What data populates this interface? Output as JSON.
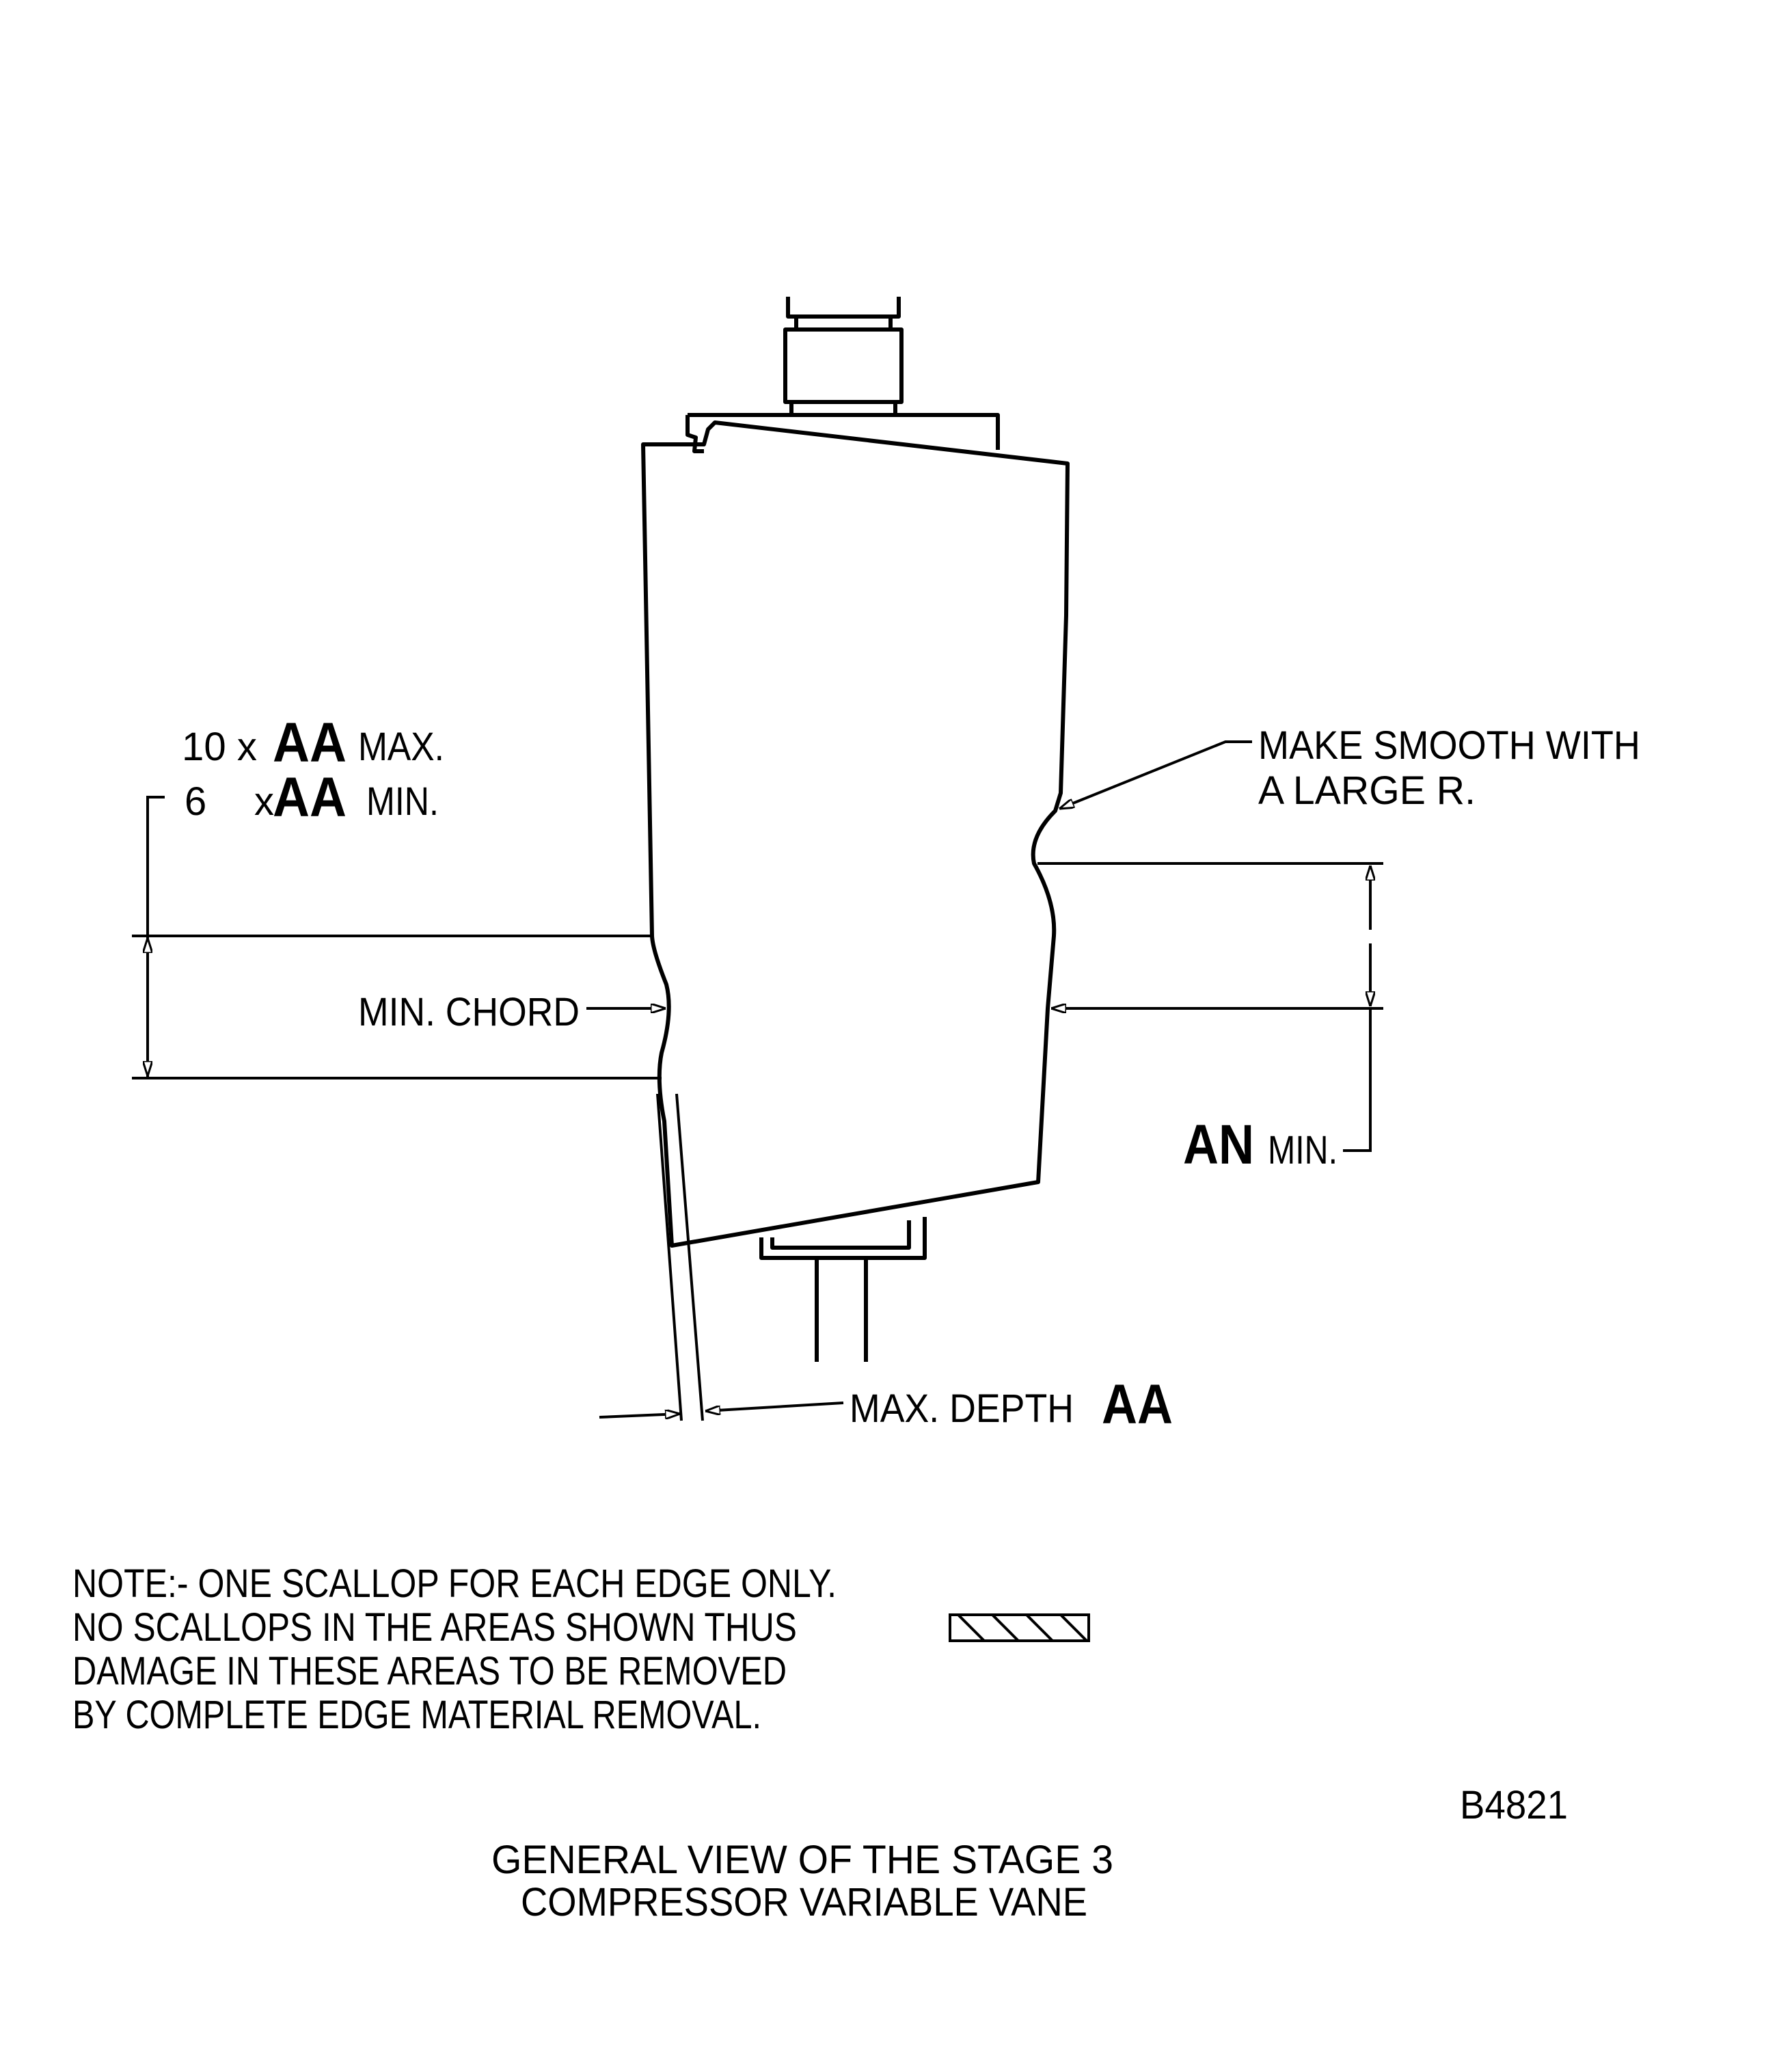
{
  "labels": {
    "ten_prefix": "10 x",
    "aa": "AA",
    "max": "MAX.",
    "six_prefix": "6",
    "x": "x",
    "min": "MIN.",
    "min_chord": "MIN. CHORD",
    "make_smooth_1": "MAKE SMOOTH WITH",
    "make_smooth_2": "A LARGE R.",
    "an": "AN",
    "an_min": "MIN.",
    "max_depth": "MAX. DEPTH",
    "max_depth_aa": "AA"
  },
  "note": {
    "lines": [
      "NOTE:- ONE SCALLOP FOR EACH EDGE ONLY.",
      "NO SCALLOPS IN THE AREAS SHOWN THUS",
      "DAMAGE IN THESE AREAS TO BE REMOVED",
      "BY COMPLETE EDGE MATERIAL REMOVAL."
    ]
  },
  "figure_id": "B4821",
  "title": {
    "line1": "GENERAL VIEW OF THE STAGE 3",
    "line2": "COMPRESSOR VARIABLE VANE"
  }
}
